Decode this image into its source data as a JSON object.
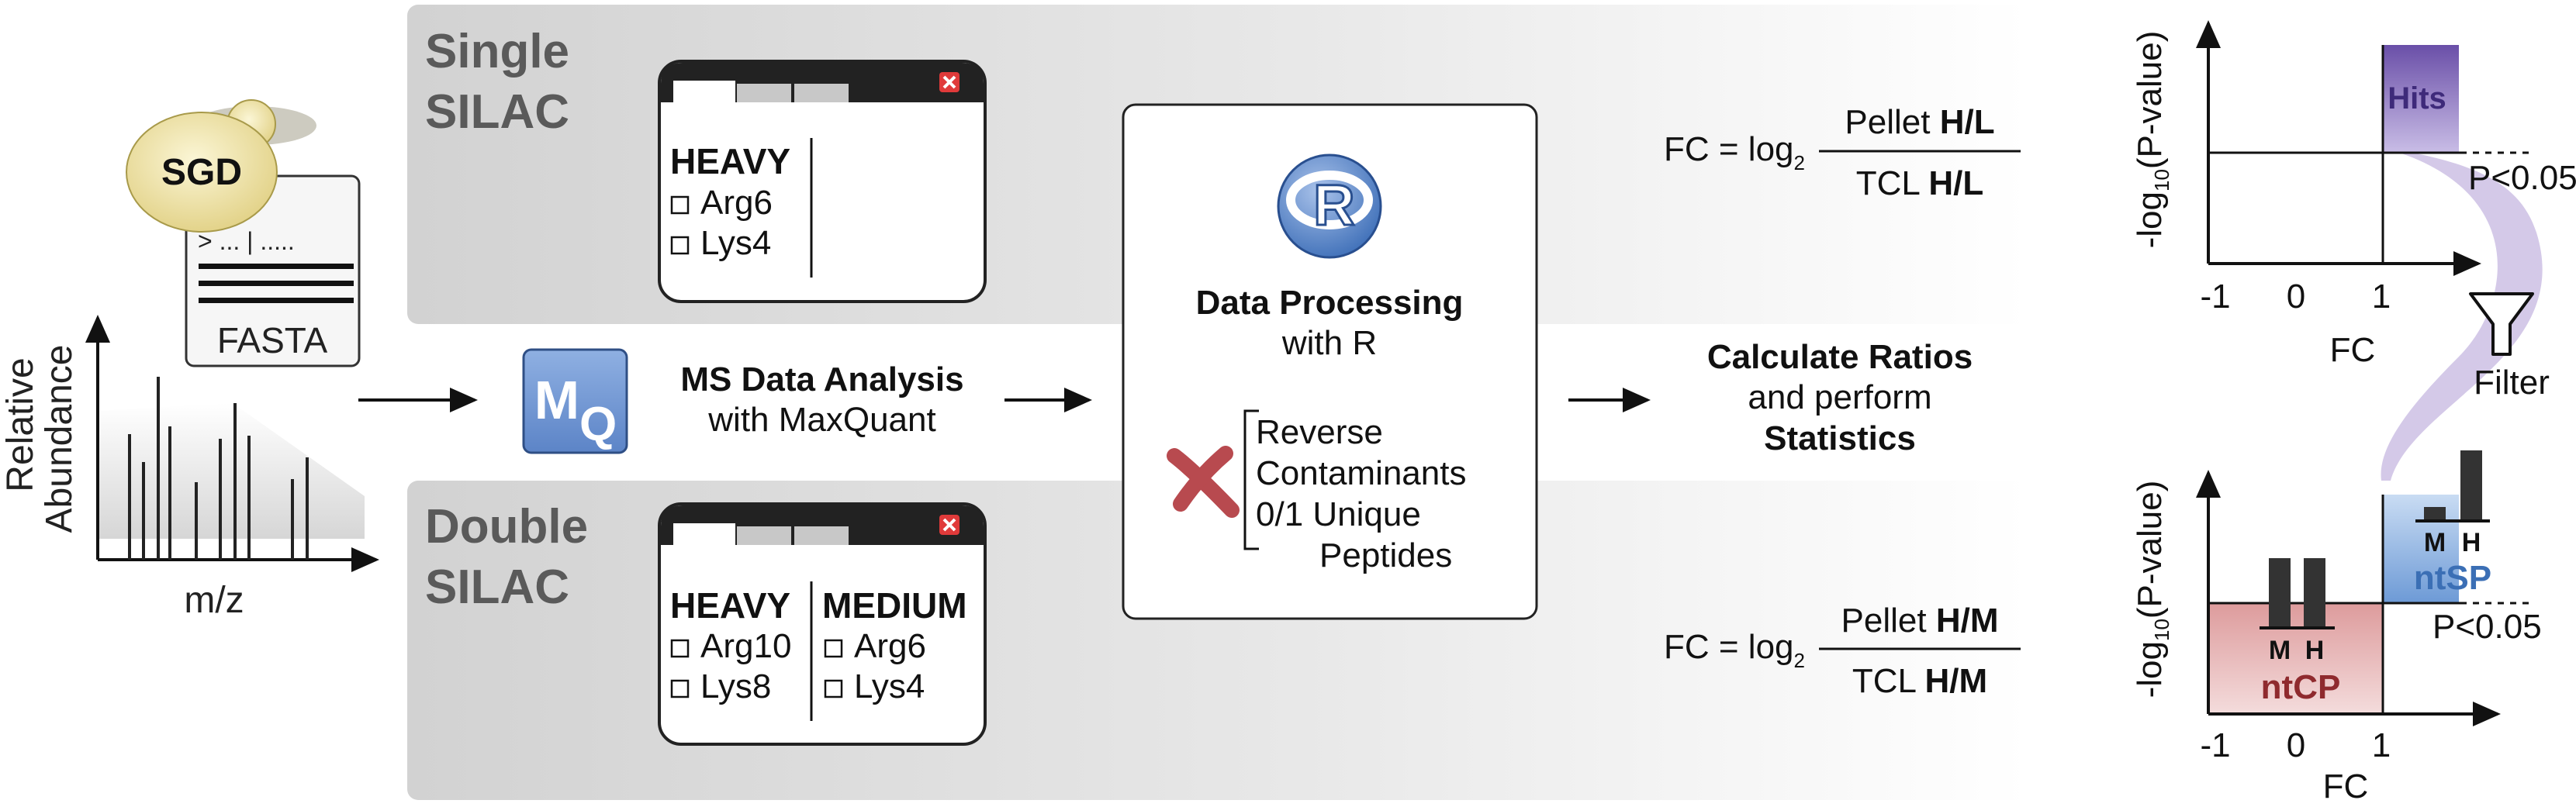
{
  "left": {
    "sgd": "SGD",
    "fasta_lines": "> ... | .....",
    "fasta": "FASTA",
    "ylabel_1": "Relative",
    "ylabel_2": "Abundance",
    "xlabel": "m/z"
  },
  "single": {
    "title_1": "Single",
    "title_2": "SILAC",
    "heavy": "HEAVY",
    "aa1": "Arg6",
    "aa2": "Lys4",
    "fc_prefix": "FC = log",
    "fc_sub": "2",
    "numerator_a": "Pellet ",
    "numerator_b": "H/L",
    "denominator_a": "TCL ",
    "denominator_b": "H/L"
  },
  "double": {
    "title_1": "Double",
    "title_2": "SILAC",
    "heavy": "HEAVY",
    "medium": "MEDIUM",
    "h1": "Arg10",
    "h2": "Lys8",
    "m1": "Arg6",
    "m2": "Lys4",
    "fc_prefix": "FC = log",
    "fc_sub": "2",
    "numerator_a": "Pellet ",
    "numerator_b": "H/M",
    "denominator_a": "TCL ",
    "denominator_b": "H/M"
  },
  "maxquant": {
    "logo": "MQ",
    "title": "MS Data Analysis",
    "subtitle": "with MaxQuant"
  },
  "processing": {
    "logo": "R",
    "title": "Data Processing",
    "subtitle": "with R",
    "filters": [
      "Reverse",
      "Contaminants",
      "0/1 Unique",
      "Peptides"
    ]
  },
  "ratios": {
    "line1": "Calculate Ratios",
    "line2": "and perform",
    "line3": "Statistics"
  },
  "plots": {
    "ylabel_a": "-log",
    "ylabel_sub": "10",
    "ylabel_b": "(P-value)",
    "xlabel": "FC",
    "ticks": [
      "-1",
      "0",
      "1"
    ],
    "pvalue": "P<0.05",
    "hits": "Hits",
    "filter": "Filter",
    "ntsp": "ntSP",
    "ntcp": "ntCP",
    "m": "M",
    "h": "H"
  },
  "colors": {
    "panel_gray": "#e2e2e2",
    "mq_blue": "#6f95d3",
    "hits_purple": "#7b62b3",
    "ntsp_blue": "#4b7fc4",
    "ntcp_red": "#a33236",
    "cross_red": "#b84a4f",
    "sgd_yellow": "#ece2a8"
  }
}
